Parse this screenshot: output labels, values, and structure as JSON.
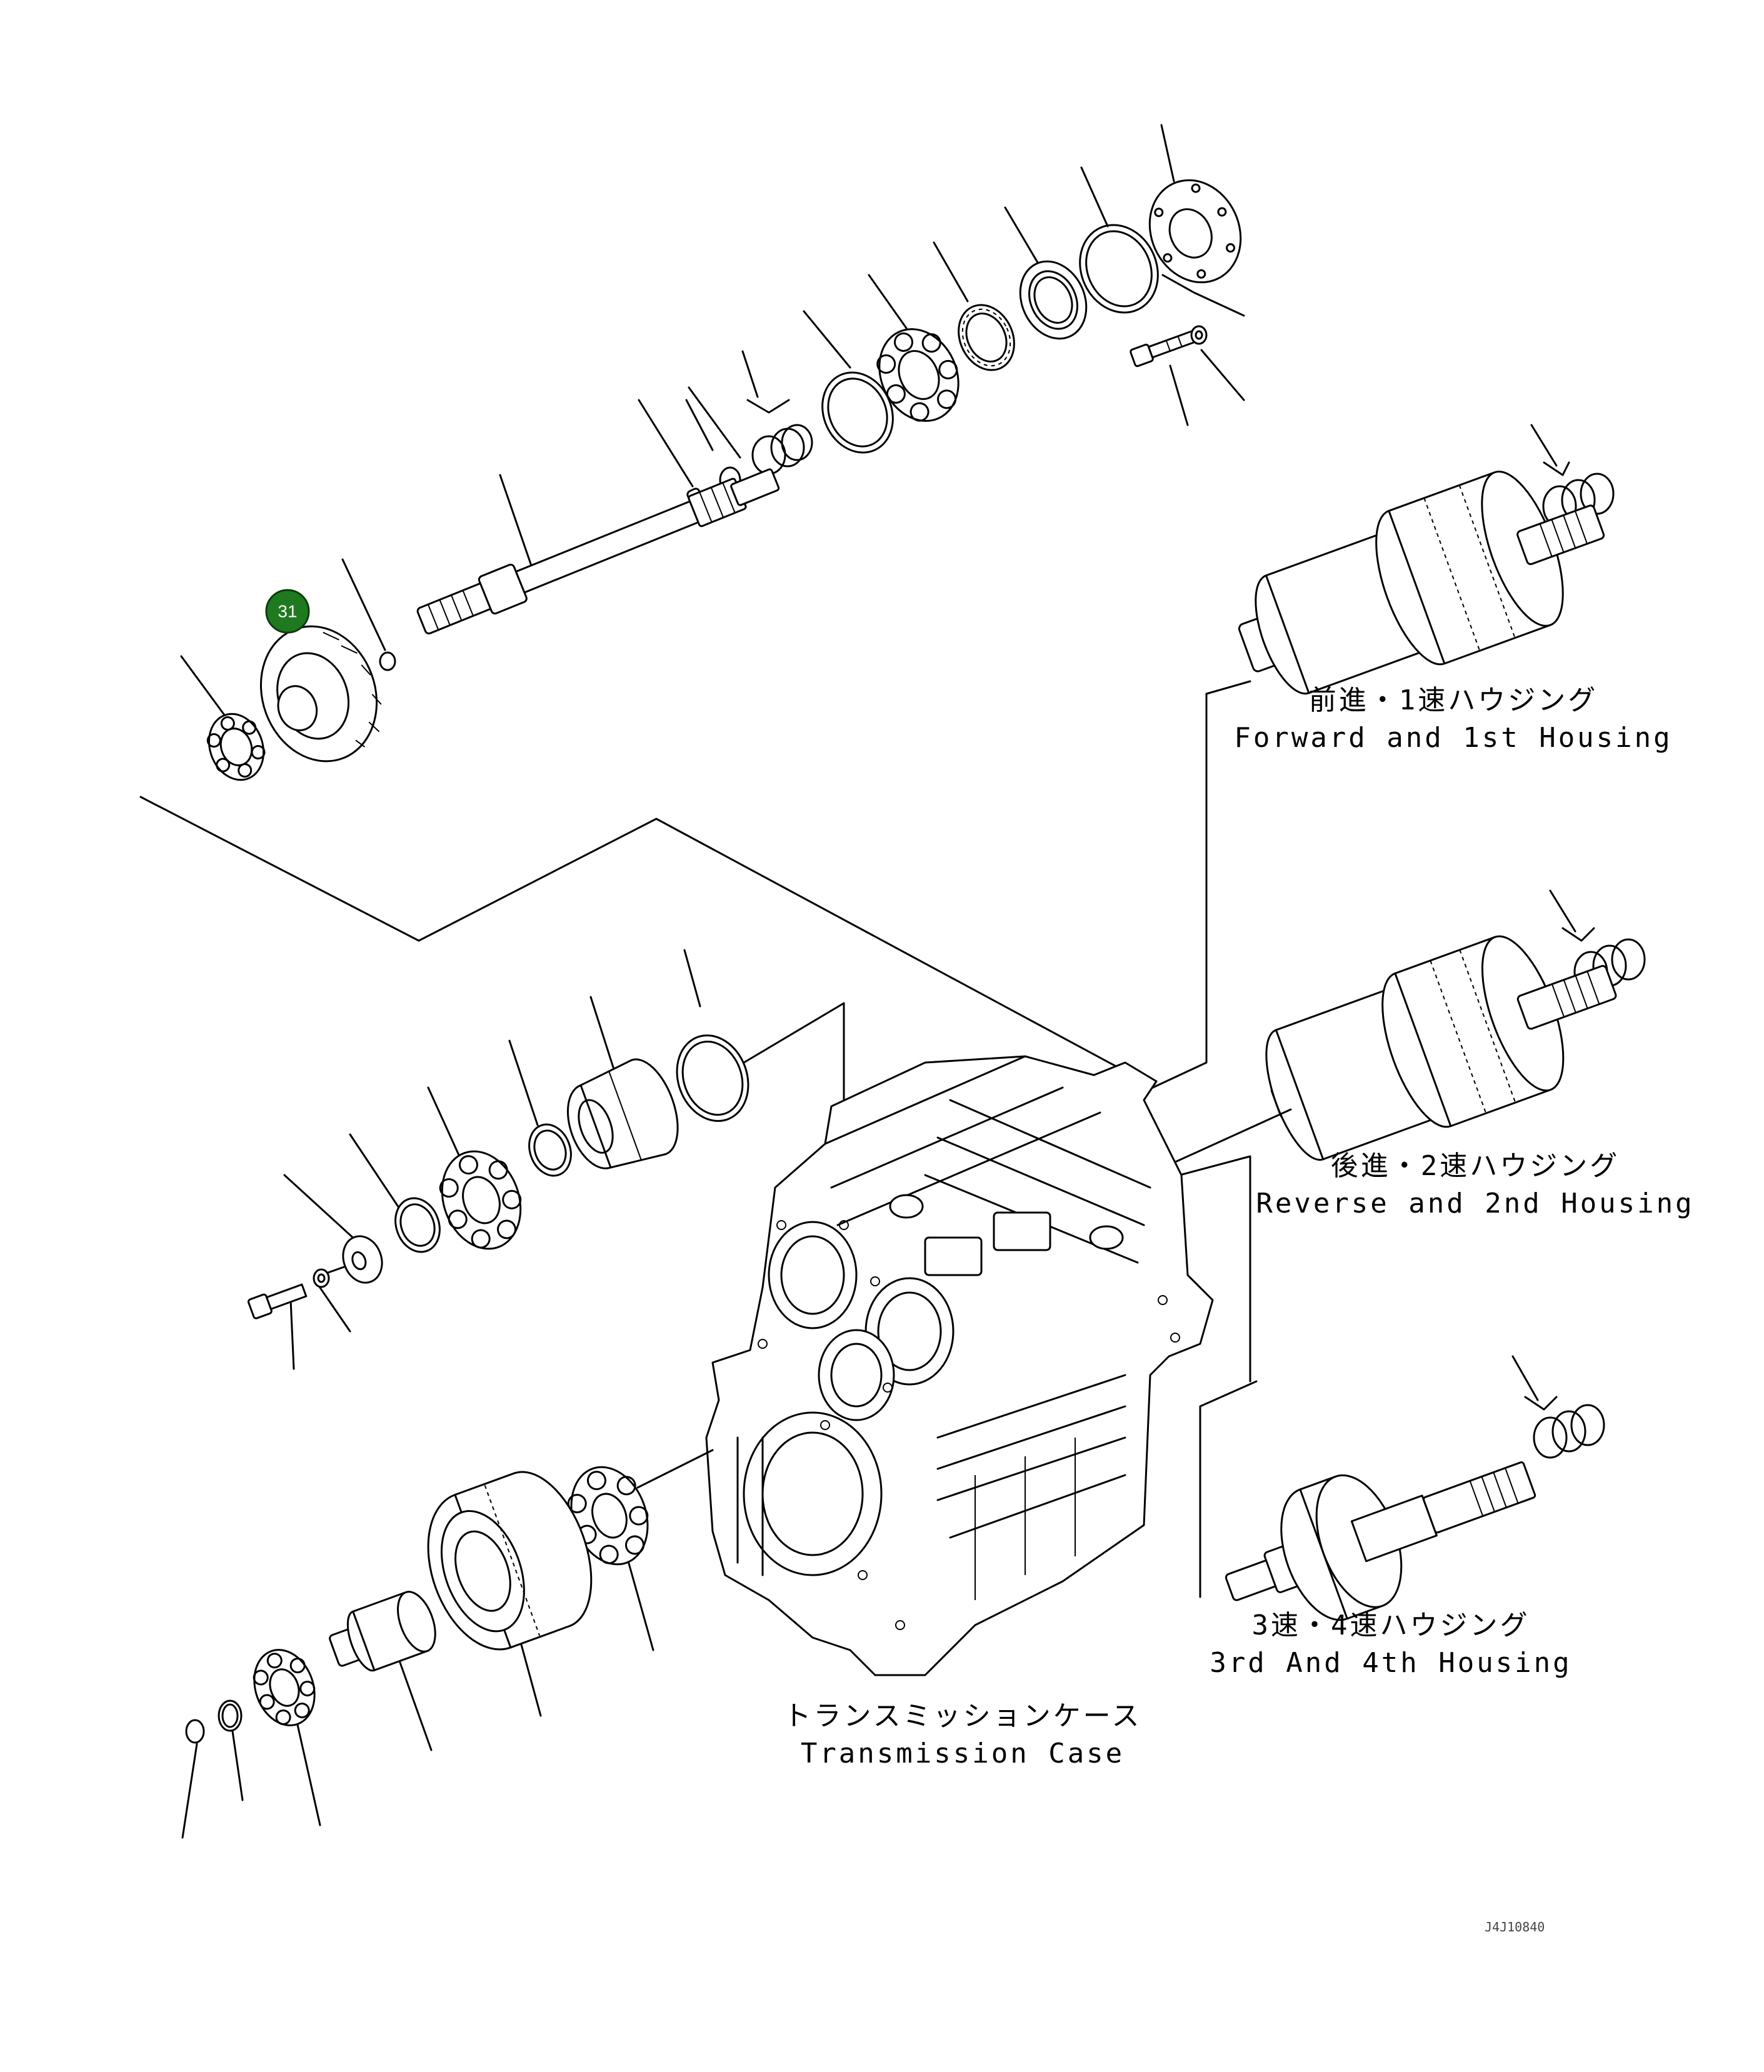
{
  "callouts": [
    {
      "number": "31",
      "color": "#1f7a1f"
    }
  ],
  "assemblies": {
    "forward_1st": {
      "label_ja": "前進・1速ハウジング",
      "label_en": "Forward and 1st Housing"
    },
    "reverse_2nd": {
      "label_ja": "後進・2速ハウジング",
      "label_en": "Reverse and 2nd Housing"
    },
    "third_fourth": {
      "label_ja": "3速・4速ハウジング",
      "label_en": "3rd And 4th Housing"
    },
    "transmission_case": {
      "label_ja": "トランスミッションケース",
      "label_en": "Transmission Case"
    }
  },
  "drawing_ref": "J4J10840"
}
